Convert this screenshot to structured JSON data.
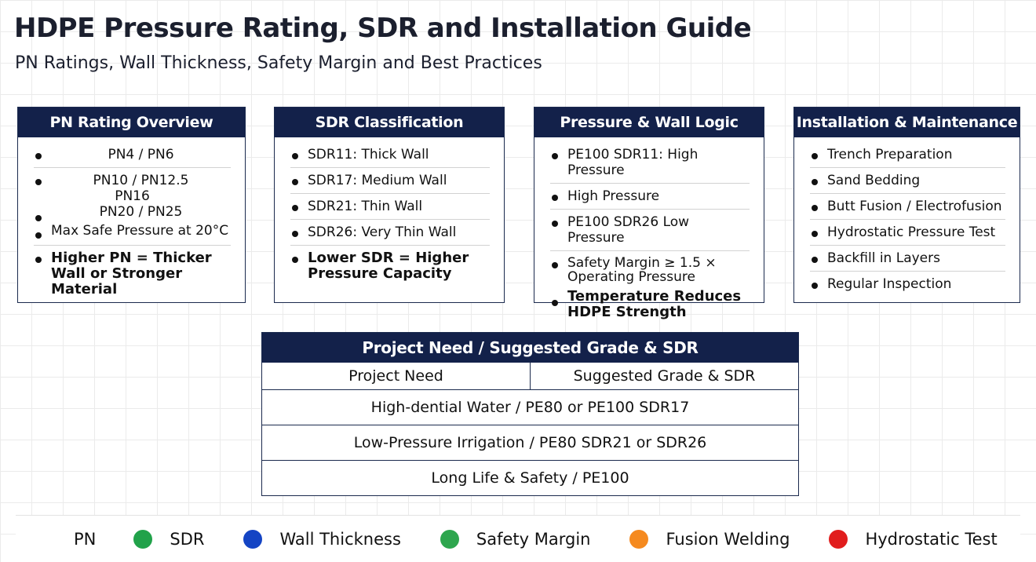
{
  "header": {
    "title": "HDPE Pressure Rating, SDR and Installation Guide",
    "subtitle": "PN Ratings, Wall Thickness, Safety Margin and Best Practices"
  },
  "cards": [
    {
      "title": "PN Rating Overview",
      "items": [
        "PN4 / PN6",
        "PN10 / PN12.5",
        "PN16",
        "PN20 / PN25",
        "Max Safe Pressure at 20°C",
        "Higher PN = Thicker Wall or Stronger Material"
      ]
    },
    {
      "title": "SDR Classification",
      "items": [
        "SDR11: Thick Wall",
        "SDR17: Medium Wall",
        "SDR21: Thin Wall",
        "SDR26: Very Thin Wall",
        "Lower SDR = Higher Pressure Capacity"
      ]
    },
    {
      "title": "Pressure & Wall Logic",
      "items": [
        "PE100 SDR11: High Pressure",
        "High Pressure",
        "PE100 SDR26  Low Pressure",
        "Safety Margin ≥ 1.5 × Operating Pressure",
        "Temperature Reduces HDPE Strength"
      ]
    },
    {
      "title": "Installation & Maintenance",
      "items": [
        "Trench Preparation",
        "Sand Bedding",
        "Butt Fusion / Electrofusion",
        "Hydrostatic Pressure Test",
        "Backfill in Layers",
        "Regular Inspection"
      ]
    }
  ],
  "table": {
    "title": "Project Need / Suggested Grade & SDR",
    "columns": [
      "Project Need",
      "Suggested Grade & SDR"
    ],
    "rows": [
      "High-dential Water / PE80 or PE100 SDR17",
      "Low-Pressure Irrigation / PE80 SDR21 or SDR26",
      "Long Life & Safety / PE100"
    ]
  },
  "legend": {
    "items": [
      {
        "label": "PN",
        "color": ""
      },
      {
        "label": "SDR",
        "color": "#21a24a"
      },
      {
        "label": "Wall Thickness",
        "color": "#1444c4"
      },
      {
        "label": "Safety Margin",
        "color": "#2ea64e"
      },
      {
        "label": "Fusion Welding",
        "color": "#f58a1f"
      },
      {
        "label": "Hydrostatic Test",
        "color": "#e11d1d"
      }
    ]
  }
}
